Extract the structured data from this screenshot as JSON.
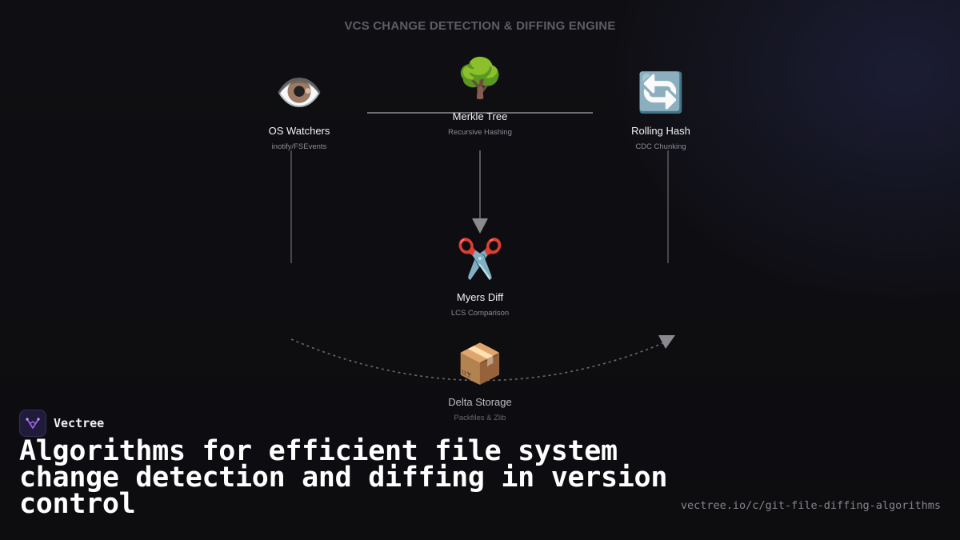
{
  "diagram": {
    "title": "VCS CHANGE DETECTION & DIFFING ENGINE",
    "nodes": {
      "os_watchers": {
        "icon": "eye-icon",
        "emoji": "👁️",
        "label": "OS Watchers",
        "sub": "inotify/FSEvents"
      },
      "merkle_tree": {
        "icon": "tree-icon",
        "emoji": "🌳",
        "label": "Merkle Tree",
        "sub": "Recursive Hashing"
      },
      "rolling_hash": {
        "icon": "refresh-icon",
        "emoji": "🔄",
        "label": "Rolling Hash",
        "sub": "CDC Chunking"
      },
      "myers_diff": {
        "icon": "scissors-icon",
        "emoji": "✂️",
        "label": "Myers Diff",
        "sub": "LCS Comparison"
      },
      "delta_storage": {
        "icon": "package-icon",
        "emoji": "📦",
        "label": "Delta Storage",
        "sub": "Packfiles & Zlib"
      }
    }
  },
  "brand": {
    "name": "Vectree",
    "icon": "vectree-logo-icon",
    "accent": "#9b5de5"
  },
  "headline": "Algorithms for efficient file system change detection and diffing in version control",
  "url": "vectree.io/c/git-file-diffing-algorithms"
}
